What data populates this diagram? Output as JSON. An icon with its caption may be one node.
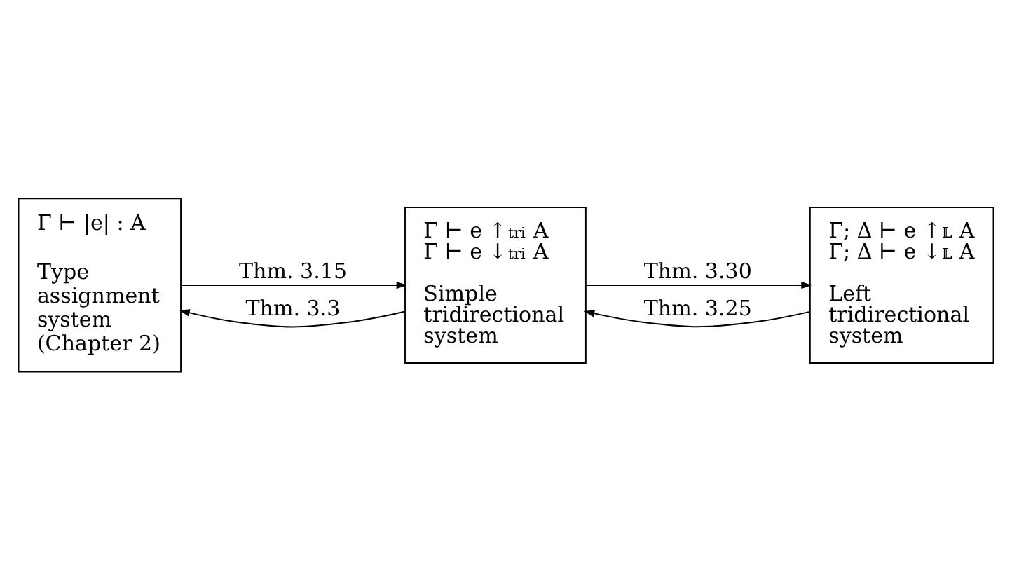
{
  "diagram": {
    "nodes": [
      {
        "text": [
          "Γ ⊢ |e| : A",
          "Type assignment system (Chapter 2)"
        ]
      },
      {
        "text": [
          "Γ ⊢ e ↑$^{tri}$ A",
          "Γ ⊢ e ↓$^{tri}$ A",
          "Simple tridirectional system"
        ]
      },
      {
        "text": [
          "Γ; Δ ⊢ e ↑$^{𝕃}$ A",
          "Γ; Δ ⊢ e ↓$^{𝕃}$ A",
          "Left tridirectional system"
        ]
      }
    ],
    "edges": [
      {
        "from": 0,
        "to": 1,
        "arrow": "to",
        "label": "Thm. 3.15"
      },
      {
        "from": 1,
        "to": 0,
        "arrow": "to",
        "label": "Thm. 3.3"
      },
      {
        "from": 1,
        "to": 2,
        "arrow": "to",
        "label": "Thm. 3.30"
      },
      {
        "from": 2,
        "to": 1,
        "arrow": "to",
        "label": "Thm. 3.25"
      }
    ]
  }
}
